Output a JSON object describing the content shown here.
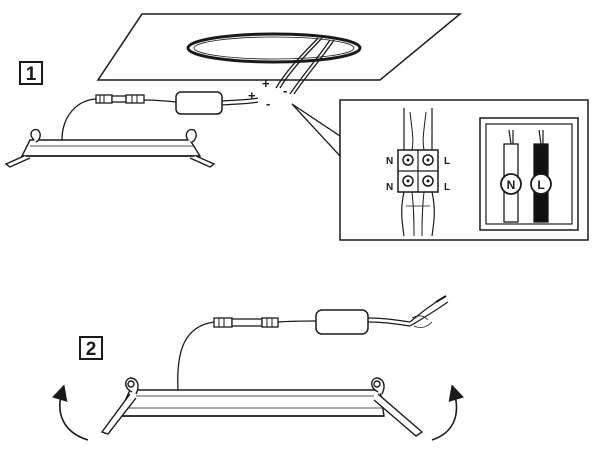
{
  "colors": {
    "line": "#1a1a1a",
    "background": "#ffffff",
    "wire_live": "#111111",
    "wire_neutral": "#ffffff"
  },
  "steps": [
    {
      "number": "1"
    },
    {
      "number": "2"
    }
  ],
  "polarity": {
    "left_plus": "+",
    "left_minus": "-",
    "right_plus": "+",
    "right_minus": "-"
  },
  "terminal_block": {
    "left_top": "N",
    "left_bottom": "N",
    "right_top": "L",
    "right_bottom": "L"
  },
  "wire_markers": {
    "neutral": "N",
    "live": "L"
  },
  "icons": [
    "arrow-left-curved-icon",
    "arrow-right-curved-icon"
  ]
}
